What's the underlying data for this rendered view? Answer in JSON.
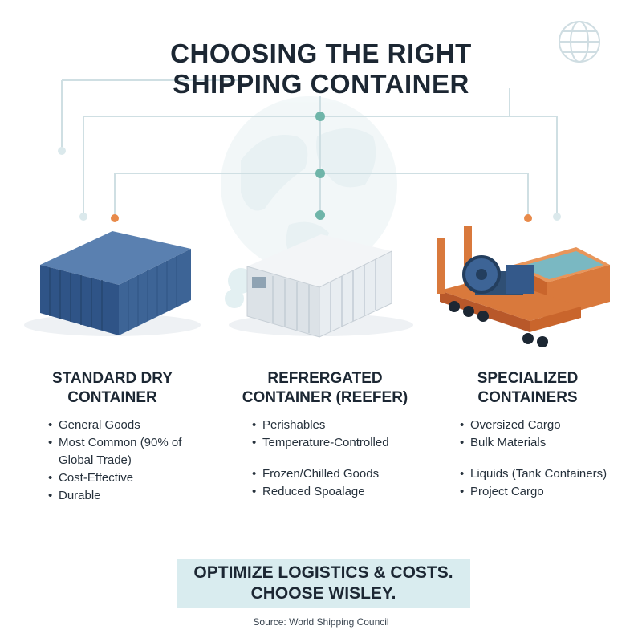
{
  "title": {
    "line1": "CHOOSING THE RIGHT",
    "line2": "SHIPPING CONTAINER"
  },
  "icons": {
    "top_right": "globe-icon",
    "background": "world-map-globe"
  },
  "colors": {
    "navy": "#1c2733",
    "dry_blue": "#3d6496",
    "reefer_white": "#e8edf1",
    "special_orange": "#d9793c",
    "teal_dot": "#6fb5a9",
    "orange_dot": "#e88a4a",
    "cta_bg": "#d9ecef"
  },
  "columns": [
    {
      "title_line1": "STANDARD DRY",
      "title_line2": "CONTAINER",
      "bullets": [
        "General Goods",
        "Most Common (90% of Global Trade)",
        "Cost-Effective",
        "Durable"
      ]
    },
    {
      "title_line1": "REFRERGATED",
      "title_line2": "CONTAINER (REEFER)",
      "bullets": [
        "Perishables",
        "Temperature-Controlled",
        "Frozen/Chilled Goods",
        "Reduced Spoalage"
      ]
    },
    {
      "title_line1": "SPECIALIZED",
      "title_line2": "CONTAINERS",
      "bullets": [
        "Oversized Cargo",
        "Bulk Materials",
        "Liquids (Tank Containers)",
        "Project Cargo"
      ]
    }
  ],
  "cta": {
    "line1": "OPTIMIZE LOGISTICS & COSTS.",
    "line2": "CHOOSE WISLEY."
  },
  "source": "Source: World Shipping Council"
}
